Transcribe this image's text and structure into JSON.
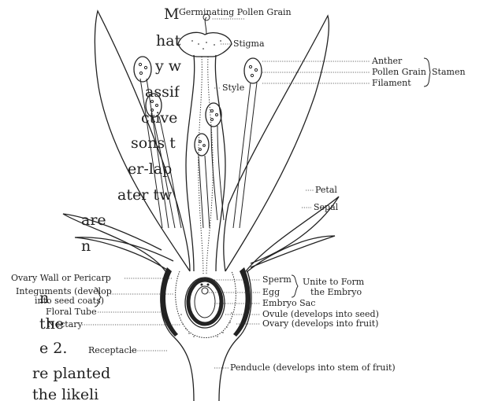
{
  "body_text": [
    "M have",
    "hat are",
    "y while",
    "assified",
    "ctively.",
    "sons the",
    "er-lap in",
    "ater two.",
    "are",
    "n",
    "n",
    "the",
    "e 2.",
    "re planted",
    "the likeli"
  ],
  "labels": {
    "germinating_pollen_grain": "Germinating Pollen Grain",
    "stigma": "Stigma",
    "style": "Style",
    "anther": "Anther",
    "pollen_grain": "Pollen Grain",
    "filament": "Filament",
    "stamen": "Stamen",
    "petal": "Petal",
    "sepal": "Sepal",
    "ovary_wall": "Ovary Wall or Pericarp",
    "integuments_1": "Integuments (develop",
    "integuments_2": "into seed coats)",
    "floral_tube": "Floral Tube",
    "nectary": "Nectary",
    "receptacle": "Receptacle",
    "sperm": "Sperm",
    "egg": "Egg",
    "unite_1": "Unite to Form",
    "unite_2": "the Embryo",
    "embryo_sac": "Embryo Sac",
    "ovule": "Ovule (develops into seed)",
    "ovary": "Ovary (develops into fruit)",
    "peduncle": "Penducle (develops into stem of fruit)"
  },
  "colors": {
    "ink": "#222222",
    "background": "#ffffff"
  }
}
